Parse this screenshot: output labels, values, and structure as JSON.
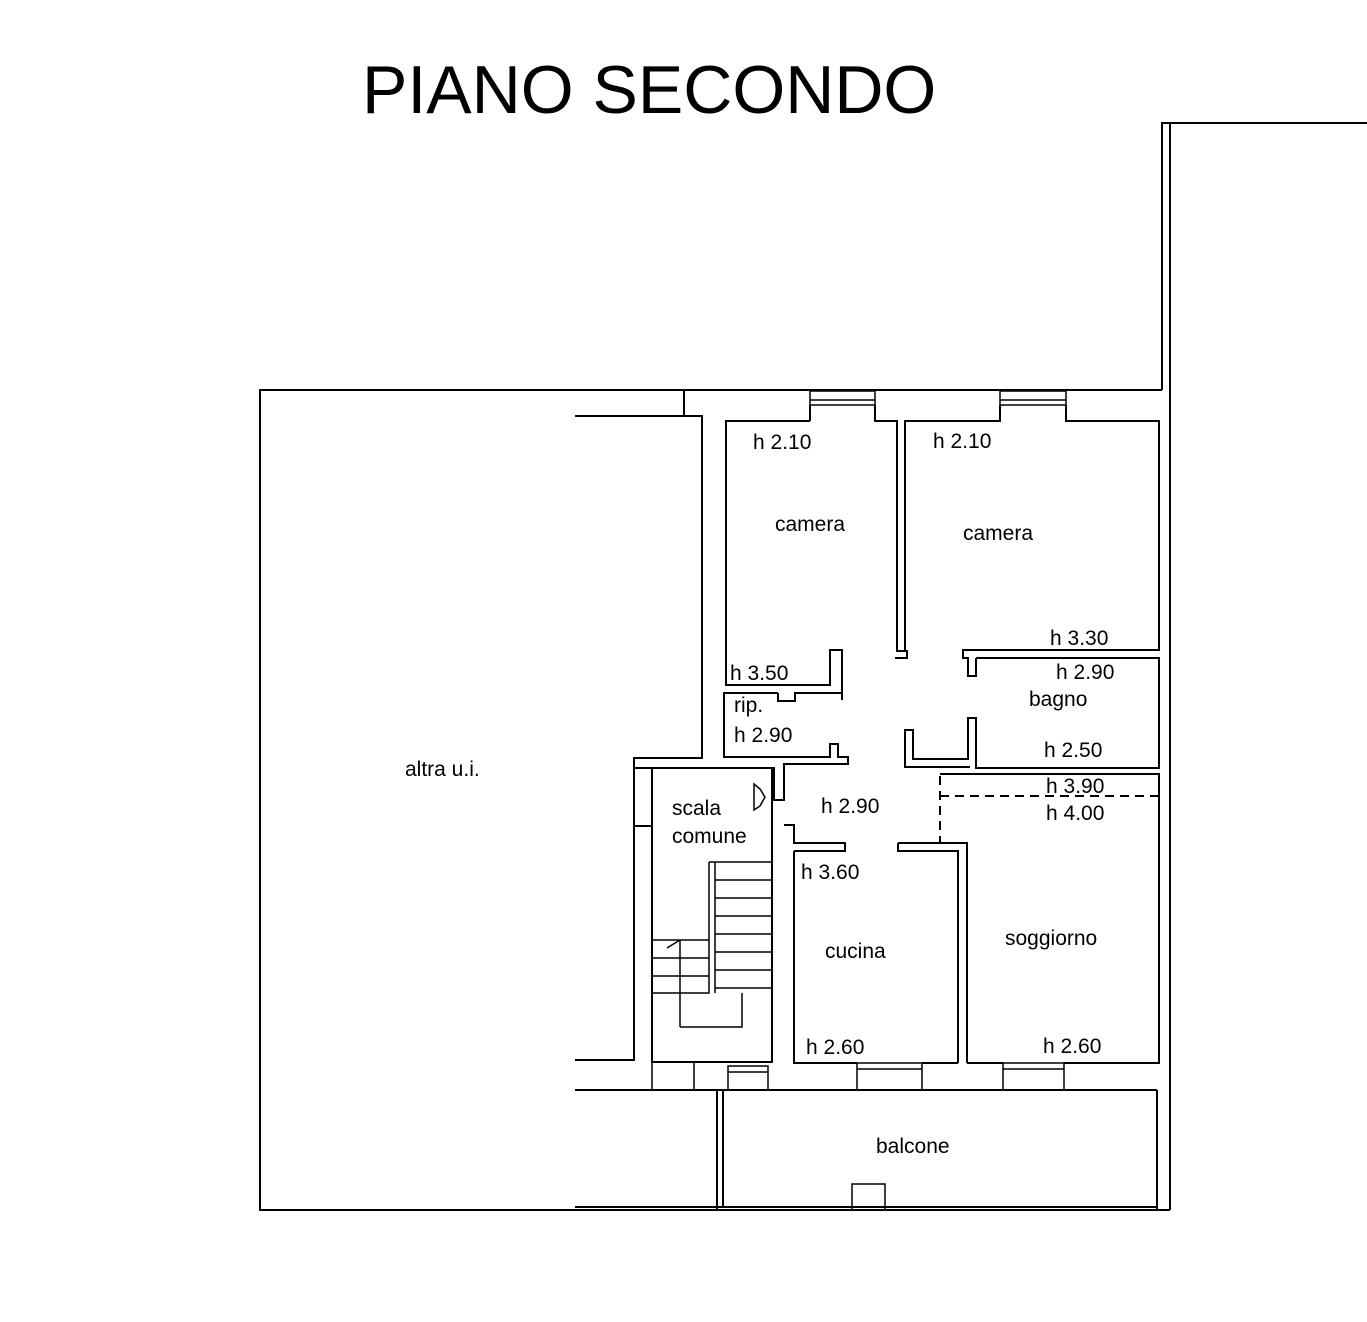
{
  "title": "PIANO SECONDO",
  "rooms": {
    "camera_left": "camera",
    "camera_right": "camera",
    "ripostiglio": "rip.",
    "bagno": "bagno",
    "scala_line1": "scala",
    "scala_line2": "comune",
    "cucina": "cucina",
    "soggiorno": "soggiorno",
    "balcone": "balcone",
    "altra_ui": "altra u.i."
  },
  "heights": {
    "camera_left_top": "h 2.10",
    "camera_right_top": "h 2.10",
    "camera_left_bottom": "h 3.50",
    "camera_right_bottom": "h 3.30",
    "bagno_top": "h 2.90",
    "bagno_bottom": "h 2.50",
    "rip": "h 2.90",
    "disimpegno": "h 2.90",
    "soggiorno_top1": "h 3.90",
    "soggiorno_top2": "h 4.00",
    "cucina_top": "h 3.60",
    "cucina_bottom": "h 2.60",
    "soggiorno_bottom": "h 2.60"
  }
}
